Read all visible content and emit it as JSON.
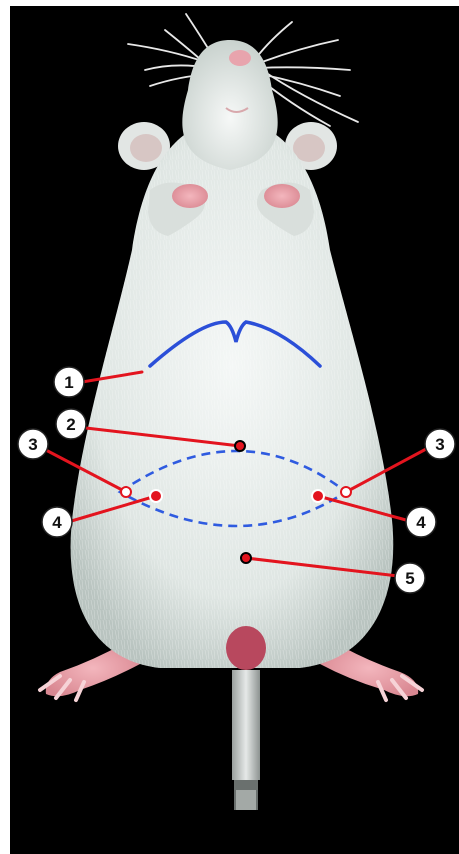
{
  "callouts": [
    {
      "id": 1,
      "label": "1"
    },
    {
      "id": 2,
      "label": "2"
    },
    {
      "id": 3,
      "label": "3"
    },
    {
      "id": 4,
      "label": "4"
    },
    {
      "id": 5,
      "label": "5"
    }
  ],
  "colors": {
    "background": "#000000",
    "incision_line": "#2b4fd8",
    "dashed_region": "#2f5be0",
    "leader_line": "#e3141e",
    "marker_fill": "#e3141e",
    "callout_badge": "#ffffff",
    "fur": "#e9eeec"
  }
}
